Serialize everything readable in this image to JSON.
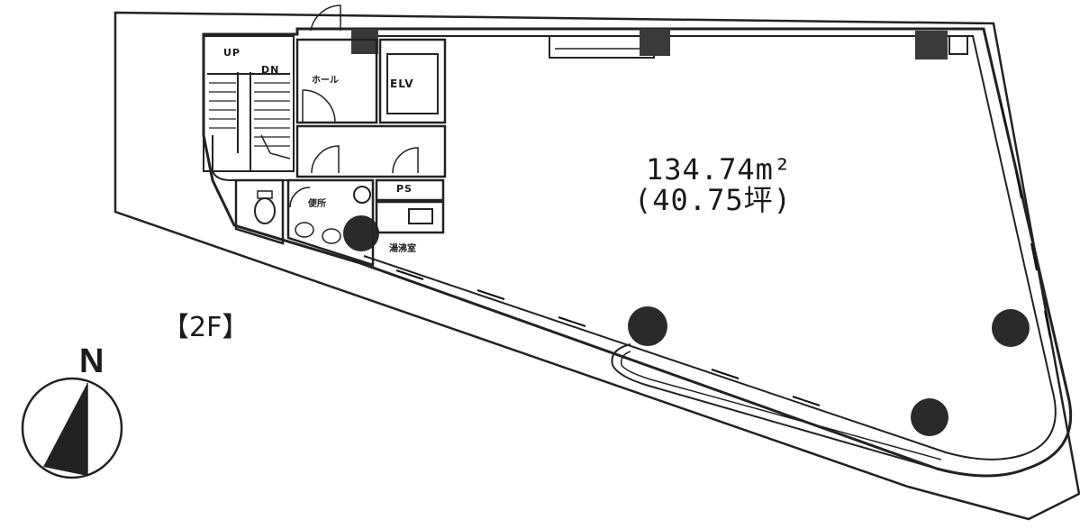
{
  "plan": {
    "floor_label": "【2F】",
    "area_sqm": "134.74m²",
    "area_tsubo": "(40.75坪)",
    "north_label": "N",
    "rooms": {
      "up": "UP",
      "dn": "DN",
      "hall": "ホール",
      "elv": "ELV",
      "ps": "PS",
      "toilet": "便所",
      "kitchen": "湯沸室"
    }
  }
}
